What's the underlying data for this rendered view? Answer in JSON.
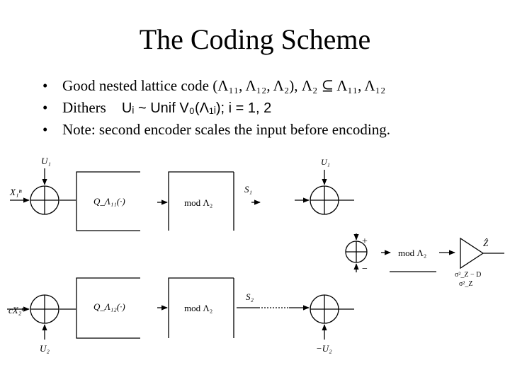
{
  "slide": {
    "title": "The Coding Scheme",
    "bullets": [
      {
        "text": "Good nested lattice code (Λ₁₁, Λ₁₂, Λ₂), Λ₂ ⊆ Λ₁₁, Λ₁₂"
      },
      {
        "text": "Dithers",
        "formula": "Uᵢ ~ Unif V₀(Λ₁ᵢ); i = 1, 2"
      },
      {
        "text": "Note: second encoder scales the input before encoding."
      }
    ],
    "bullet_glyph": "•"
  },
  "diagram": {
    "labels": {
      "u1_top": "U₁",
      "x1_input": "X₁ⁿ",
      "q11_block": "Q_Λ₁₁(·)",
      "mod_block_top": "mod Λ₂",
      "s1": "S₁",
      "u1_right": "U₁",
      "plus": "+",
      "minus": "−",
      "mod_block_right": "mod Λ₂",
      "z_hat": "Ẑ",
      "gain_num": "σ²_Z − D",
      "gain_den": "σ²_Z",
      "x2_input": "cX₂ⁿ",
      "q12_block": "Q_Λ₁₂(·)",
      "mod_block_bottom": "mod Λ₂",
      "s2": "S₂",
      "u2_bottom": "U₂",
      "neg_u2": "−U₂"
    }
  }
}
